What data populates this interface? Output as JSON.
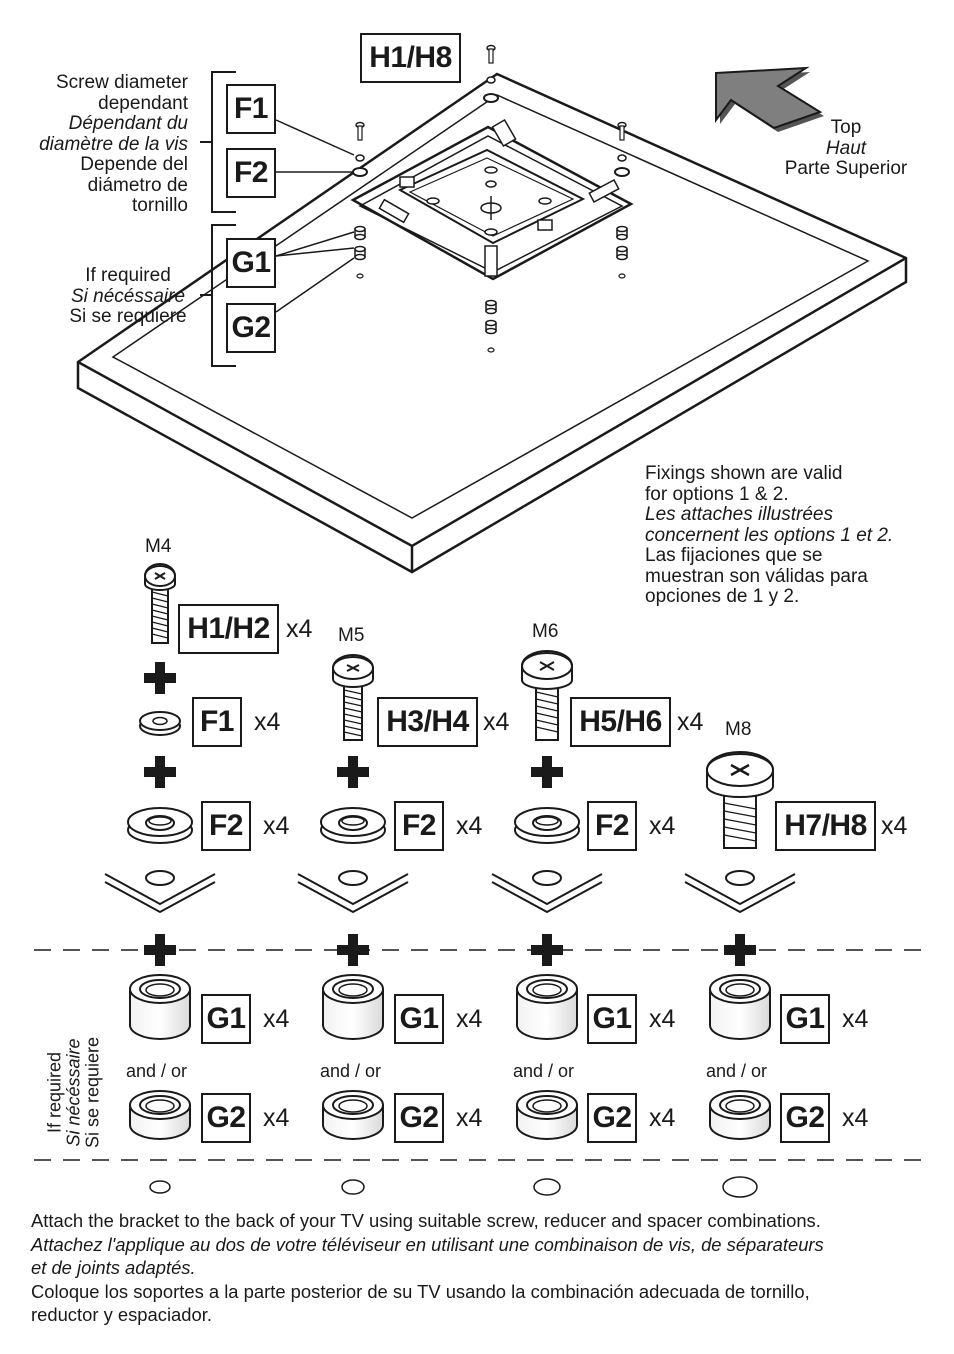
{
  "labels": {
    "h1h8": "H1/H8",
    "f1": "F1",
    "f2": "F2",
    "g1": "G1",
    "g2": "G2",
    "h1h2": "H1/H2",
    "h3h4": "H3/H4",
    "h5h6": "H5/H6",
    "h7h8": "H7/H8"
  },
  "quantity": "x4",
  "screw_sizes": {
    "m4": "M4",
    "m5": "M5",
    "m6": "M6",
    "m8": "M8"
  },
  "screw_diameter_note": {
    "en_1": "Screw diameter",
    "en_2": "dependant",
    "fr_1": "Dépendant du",
    "fr_2": "diamètre de la vis",
    "es_1": "Depende del",
    "es_2": "diámetro de",
    "es_3": "tornillo"
  },
  "if_required": {
    "en": "If required",
    "fr": "Si nécéssaire",
    "es": "Si se requiere"
  },
  "top_label": {
    "en": "Top",
    "fr": "Haut",
    "es": "Parte Superior"
  },
  "fixings_note": {
    "en_1": "Fixings shown are valid",
    "en_2": "for options 1 & 2.",
    "fr_1": "Les attaches illustrées",
    "fr_2": "concernent les options 1 et 2.",
    "es_1": "Las fijaciones que se",
    "es_2": "muestran son válidas para",
    "es_3": "opciones de 1 y 2."
  },
  "and_or": "and / or",
  "instructions": {
    "en": "Attach the bracket to the back of your TV using suitable screw, reducer and spacer combinations.",
    "fr_1": "Attachez l'applique au dos de votre téléviseur en utilisant une combinaison de vis, de séparateurs",
    "fr_2": "et de joints adaptés.",
    "es_1": "Coloque los soportes a la parte posterior de su TV usando la combinación adecuada de tornillo,",
    "es_2": "reductor y espaciador."
  }
}
